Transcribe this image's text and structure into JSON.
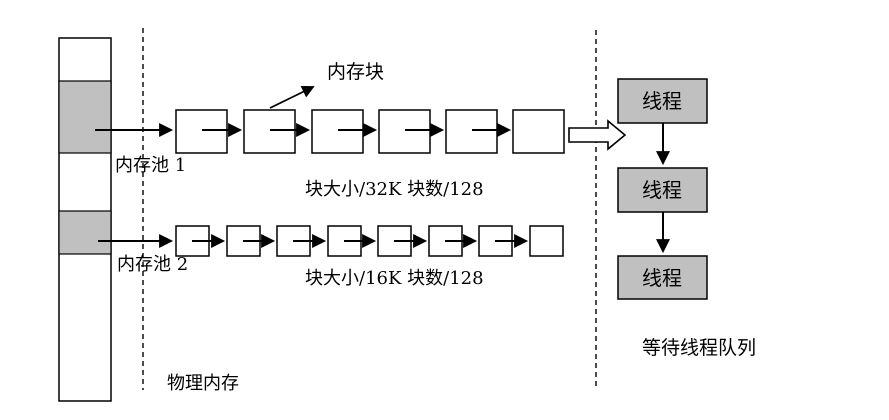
{
  "diagram": {
    "colors": {
      "background": "#ffffff",
      "line": "#000000",
      "gray_fill": "#c0c0c0",
      "box_fill": "#ffffff"
    },
    "physical_memory": {
      "label": "物理内存",
      "gray_segments_shown": 2
    },
    "pool1": {
      "label": "内存池 1",
      "block_pointer_label": "内存块",
      "spec": "块大小/32K 块数/128",
      "blocks_shown": 6
    },
    "pool2": {
      "label": "内存池 2",
      "spec": "块大小/16K 块数/128",
      "blocks_shown": 8
    },
    "thread_queue": {
      "label": "等待线程队列",
      "threads": [
        {
          "label": "线程"
        },
        {
          "label": "线程"
        },
        {
          "label": "线程"
        }
      ]
    }
  }
}
